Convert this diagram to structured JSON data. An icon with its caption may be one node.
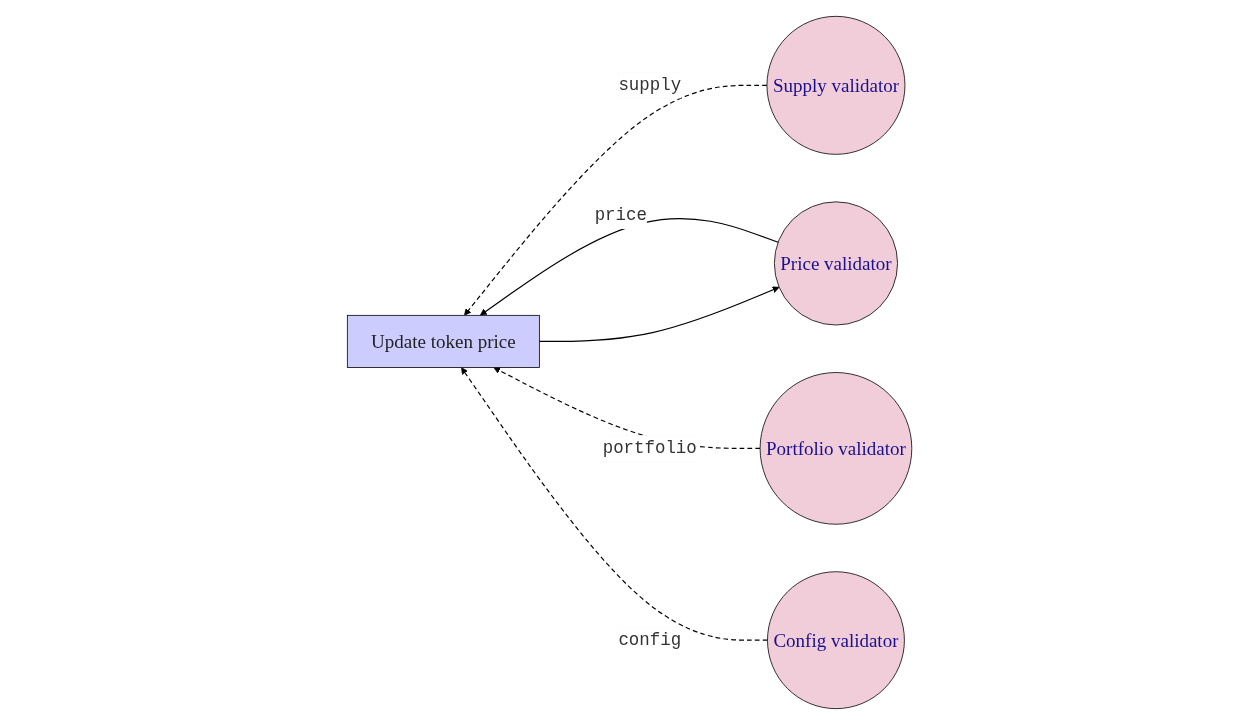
{
  "diagram": {
    "nodes": [
      {
        "text": [
          "Price validator"
        ]
      },
      {
        "text": [
          "Update token price"
        ]
      },
      {
        "text": [
          "Supply validator"
        ]
      },
      {
        "text": [
          "Portfolio validator"
        ]
      },
      {
        "text": [
          "Config validator"
        ]
      }
    ],
    "edges": [
      {
        "from": 0,
        "to": 1,
        "arrow": "to",
        "label": "price"
      },
      {
        "from": 1,
        "to": 0,
        "arrow": "to"
      },
      {
        "from": 2,
        "to": 1,
        "arrow": "to",
        "label": "supply",
        "style": "dashed"
      },
      {
        "from": 3,
        "to": 1,
        "arrow": "to",
        "label": "portfolio",
        "style": "dashed"
      },
      {
        "from": 4,
        "to": 1,
        "arrow": "to",
        "label": "config",
        "style": "dashed"
      }
    ]
  }
}
